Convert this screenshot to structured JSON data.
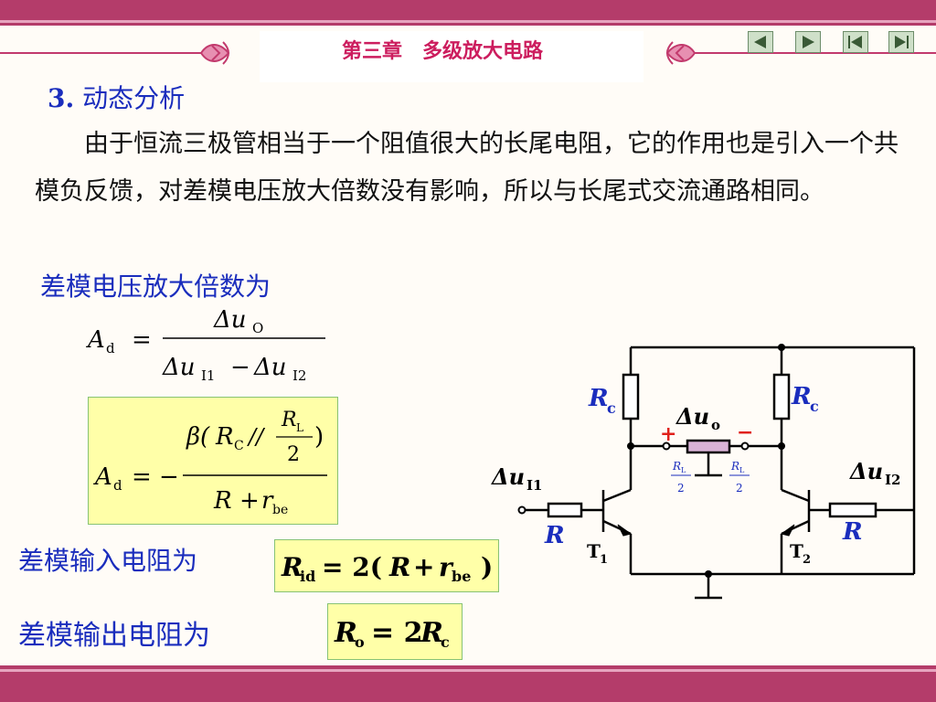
{
  "header": {
    "chapter": "第三章　多级放大电路"
  },
  "section": {
    "number": "3.",
    "title": "动态分析"
  },
  "paragraph": "由于恒流三极管相当于一个阻值很大的长尾电阻，它的作用也是引入一个共模负反馈，对差模电压放大倍数没有影响，所以与长尾式交流通路相同。",
  "labels": {
    "diff_gain": "差模电压放大倍数为",
    "diff_input_res": "差模输入电阻为",
    "diff_output_res": "差模输出电阻为"
  },
  "formula1": {
    "lhs": "A",
    "lhs_sub": "d",
    "eq": "=",
    "num": "Δu",
    "num_sub": "O",
    "den_a": "Δu",
    "den_a_sub": "I1",
    "minus": "−",
    "den_b": "Δu",
    "den_b_sub": "I2"
  },
  "formula2": {
    "lhs": "A",
    "lhs_sub": "d",
    "eq": "= −",
    "num_beta": "β(",
    "num_rc": "R",
    "num_rc_sub": "C",
    "num_par": "//",
    "frac_num": "R",
    "frac_num_sub": "L",
    "frac_den": "2",
    "num_close": ")",
    "den_r": "R",
    "den_plus": "+",
    "den_rbe": "r",
    "den_rbe_sub": "be"
  },
  "formula3": {
    "lhs": "R",
    "lhs_sub": "id",
    "rhs_a": "= 2(",
    "rhs_r": "R",
    "rhs_plus": "+",
    "rhs_rbe": "r",
    "rhs_rbe_sub": "be",
    "rhs_close": ")"
  },
  "formula4": {
    "lhs": "R",
    "lhs_sub": "o",
    "rhs_a": "= 2",
    "rhs_r": "R",
    "rhs_sub": "c"
  },
  "circuit": {
    "rc_left": "R",
    "rc_left_sub": "c",
    "rc_right": "R",
    "rc_right_sub": "c",
    "uo": "Δu",
    "uo_sub": "o",
    "plus": "+",
    "minus": "−",
    "rl_left": "R",
    "rl_left_sub": "L",
    "rl_left_den": "2",
    "rl_right": "R",
    "rl_right_sub": "L",
    "rl_right_den": "2",
    "ui1": "Δu",
    "ui1_sub": "I1",
    "ui2": "Δu",
    "ui2_sub": "I2",
    "r_left": "R",
    "r_right": "R",
    "t1": "T",
    "t1_sub": "1",
    "t2": "T",
    "t2_sub": "2"
  },
  "colors": {
    "band": "#b43c6a",
    "accent_blue": "#1a2dbd",
    "title_red": "#cc1d5e",
    "formula_bg": "#ffffa8",
    "resistor_fill": "#d9b3d6"
  },
  "nav_icons": [
    "prev-icon",
    "next-icon",
    "first-icon",
    "last-icon"
  ]
}
